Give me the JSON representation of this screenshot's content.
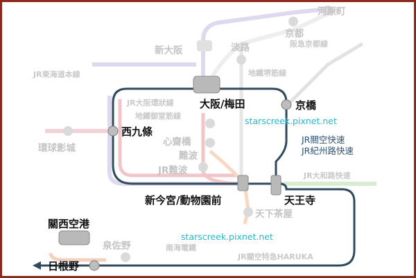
{
  "colors": {
    "frame": "#8b2a1c",
    "focus_line": "#2f4a5e",
    "loop_pink": "#f0c6cb",
    "jr_kyoto": "#ddd9ee",
    "hankyu": "#eeeeee",
    "keihan": "#e2e2e2",
    "yamatoji": "#d8ecd2",
    "midosuji": "#f3c6c6",
    "nankai": "#f7d9c2",
    "sakaisuji": "#e6e6e6"
  },
  "stations_main": {
    "osaka": "大阪/梅田",
    "kyobashi": "京橋",
    "nishikujo": "西九條",
    "shin_imamiya": "新今宮/動物園前",
    "tennoji": "天王寺",
    "kansai_airport": "關西空港",
    "hineno": "日根野"
  },
  "stations_faded": {
    "kawaramachi": "河原町",
    "kyoto": "京都",
    "shin_osaka": "新大阪",
    "awaji": "淡路",
    "universal": "環球影城",
    "shinsaibashi": "心齋橋",
    "namba": "難波",
    "jr_namba": "JR難波",
    "tengachaya": "天下茶屋",
    "izumisano": "泉佐野"
  },
  "lines": {
    "hankyu_kyoto": "阪急京都線",
    "jr_tokaido": "JR東海道本線",
    "sakaisuji": "地鐵堺筋線",
    "loop": "JR大阪環狀線",
    "midosuji": "地鐵御堂筋線",
    "yamatoji": "JR大和路快速",
    "nankai": "南海電鐵",
    "haruka": "JR關空特急HARUKA",
    "kanku_rapid": "JR關空快速",
    "kishuji_rapid": "JR紀州路快速"
  },
  "watermarks": {
    "top": "starscreek.pixnet.net",
    "bottom": "starscreek.pixnet.net"
  },
  "icons": {
    "arrow": "arrow-left-icon"
  }
}
